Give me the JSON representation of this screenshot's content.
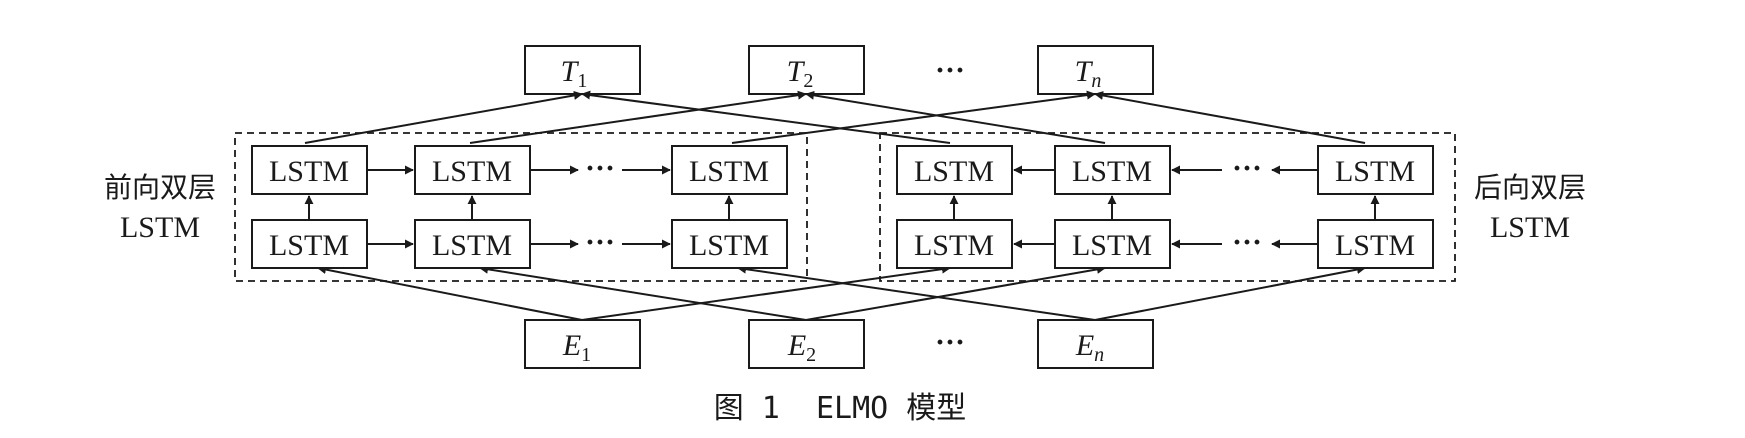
{
  "diagram": {
    "outputs": [
      {
        "main": "T",
        "sub": "1"
      },
      {
        "main": "T",
        "sub": "2"
      },
      {
        "main": "T",
        "sub": "n"
      }
    ],
    "inputs": [
      {
        "main": "E",
        "sub": "1"
      },
      {
        "main": "E",
        "sub": "2"
      },
      {
        "main": "E",
        "sub": "n"
      }
    ],
    "ellipsis": "···",
    "lstm_label": "LSTM",
    "forward_label_line1": "前向双层",
    "forward_label_line2": "LSTM",
    "backward_label_line1": "后向双层",
    "backward_label_line2": "LSTM",
    "caption": "图 1  ELMO 模型"
  }
}
